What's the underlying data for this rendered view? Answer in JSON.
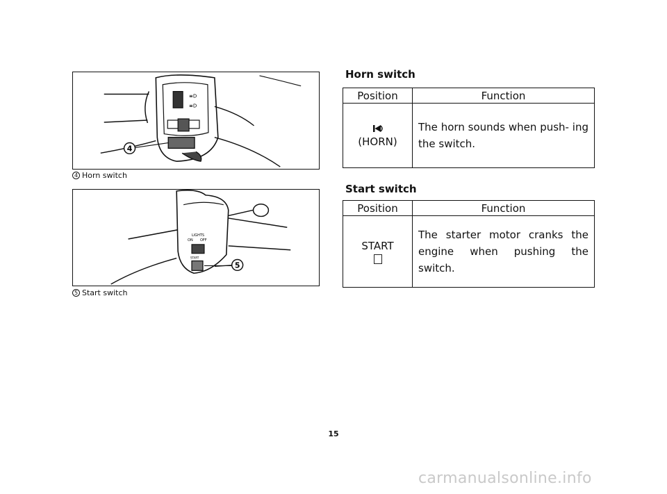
{
  "figures": {
    "horn": {
      "callout": "4",
      "caption": "Horn switch"
    },
    "start": {
      "callout": "5",
      "caption": "Start switch",
      "switch_label_on": "ON",
      "switch_label_off": "OFF",
      "switch_label_top": "LIGHTS",
      "switch_label_start": "START"
    }
  },
  "horn_section": {
    "title": "Horn switch",
    "columns": [
      "Position",
      "Function"
    ],
    "position_label": "(HORN)",
    "position_icon": "horn-icon",
    "function": "The horn sounds when push- ing the switch."
  },
  "start_section": {
    "title": "Start switch",
    "columns": [
      "Position",
      "Function"
    ],
    "position_label": "START",
    "position_icon": "start-box-icon",
    "function": "The starter motor cranks the engine when pushing the switch."
  },
  "page_number": "15",
  "watermark": "carmanualsonline.info"
}
